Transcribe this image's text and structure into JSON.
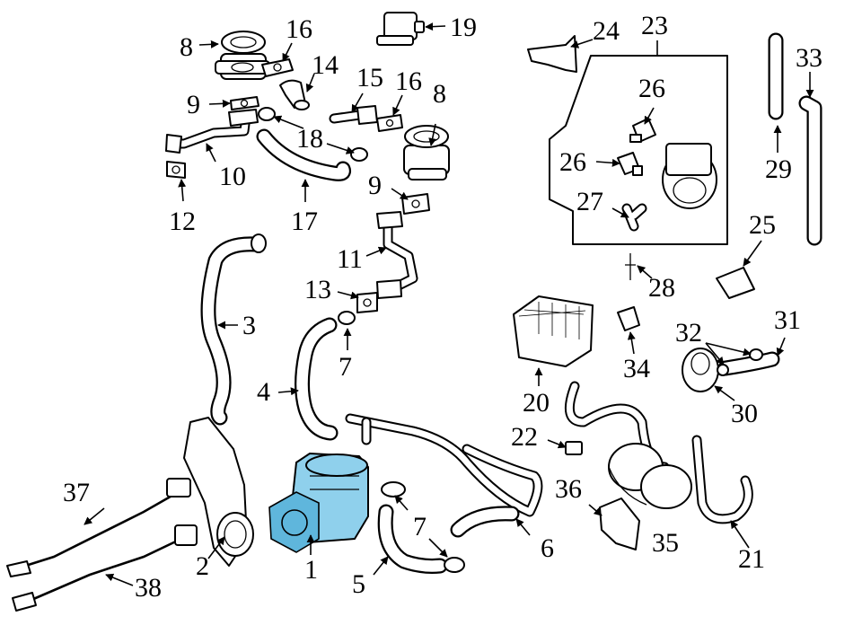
{
  "highlight_color": "#8fd0ec",
  "callouts": {
    "c1": "1",
    "c2": "2",
    "c3": "3",
    "c4": "4",
    "c5": "5",
    "c6": "6",
    "c7a": "7",
    "c7b": "7",
    "c8a": "8",
    "c8b": "8",
    "c9a": "9",
    "c9b": "9",
    "c10": "10",
    "c11": "11",
    "c12": "12",
    "c13": "13",
    "c14": "14",
    "c15": "15",
    "c16a": "16",
    "c16b": "16",
    "c17": "17",
    "c18": "18",
    "c19": "19",
    "c20": "20",
    "c21": "21",
    "c22": "22",
    "c23": "23",
    "c24": "24",
    "c25": "25",
    "c26a": "26",
    "c26b": "26",
    "c27": "27",
    "c28": "28",
    "c29": "29",
    "c30": "30",
    "c31": "31",
    "c32": "32",
    "c33": "33",
    "c34": "34",
    "c35": "35",
    "c36": "36",
    "c37": "37",
    "c38": "38"
  }
}
